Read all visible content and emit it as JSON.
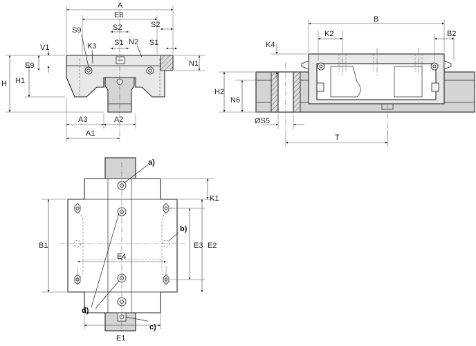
{
  "diagram": {
    "front_view": {
      "dims": {
        "A": "A",
        "E8": "E8",
        "S2_a": "S2",
        "S2_b": "S2",
        "S9": "S9",
        "K3": "K3",
        "S1_a": "S1",
        "S1_b": "S1",
        "N2": "N2",
        "V1": "V1",
        "E9": "E9",
        "H": "H",
        "H1": "H1",
        "N1": "N1",
        "A3": "A3",
        "A2": "A2",
        "A1": "A1"
      }
    },
    "side_view": {
      "dims": {
        "B": "B",
        "K2": "K2",
        "B2": "B2",
        "K4": "K4",
        "H2": "H2",
        "N6": "N6",
        "S5": "ØS5",
        "T": "T"
      }
    },
    "top_view": {
      "dims": {
        "K1": "K1",
        "B1": "B1",
        "E3": "E3",
        "E2": "E2",
        "E4": "E4",
        "E1": "E1"
      },
      "callouts": {
        "a": "a)",
        "b": "b)",
        "c": "c)",
        "d": "d)"
      }
    }
  }
}
